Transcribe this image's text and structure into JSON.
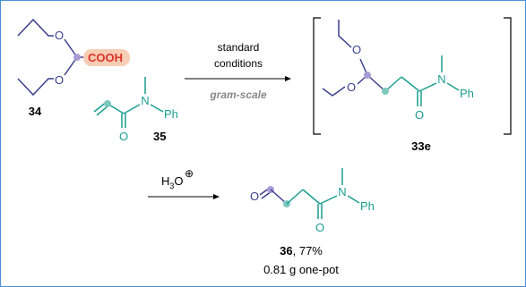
{
  "colors": {
    "frame": "#4a90d9",
    "bond": "#3a3f8f",
    "teal": "#1a9e8f",
    "red": "#e0322b",
    "highlight": "#f7cdb4",
    "grey": "#888888",
    "purple_dot": "#a99cd6",
    "teal_dot": "#7fc8be"
  },
  "compound_34": {
    "label": "34",
    "acid_group": "COOH",
    "atoms": [
      "O",
      "O"
    ]
  },
  "compound_35": {
    "label": "35",
    "n": "N",
    "ph": "Ph",
    "o": "O"
  },
  "arrow1": {
    "top_line1": "standard",
    "top_line2": "conditions",
    "bottom": "gram-scale"
  },
  "compound_33e": {
    "label": "33e",
    "o1": "O",
    "o2": "O",
    "n": "N",
    "ph": "Ph",
    "o3": "O"
  },
  "arrow2": {
    "reagent_h": "H",
    "reagent_sub": "3",
    "reagent_o": "O",
    "reagent_charge": "⊕"
  },
  "compound_36": {
    "label": "36",
    "yield": ", 77%",
    "scale_note": "0.81 g one-pot",
    "o1": "O",
    "n": "N",
    "ph": "Ph",
    "o2": "O"
  }
}
